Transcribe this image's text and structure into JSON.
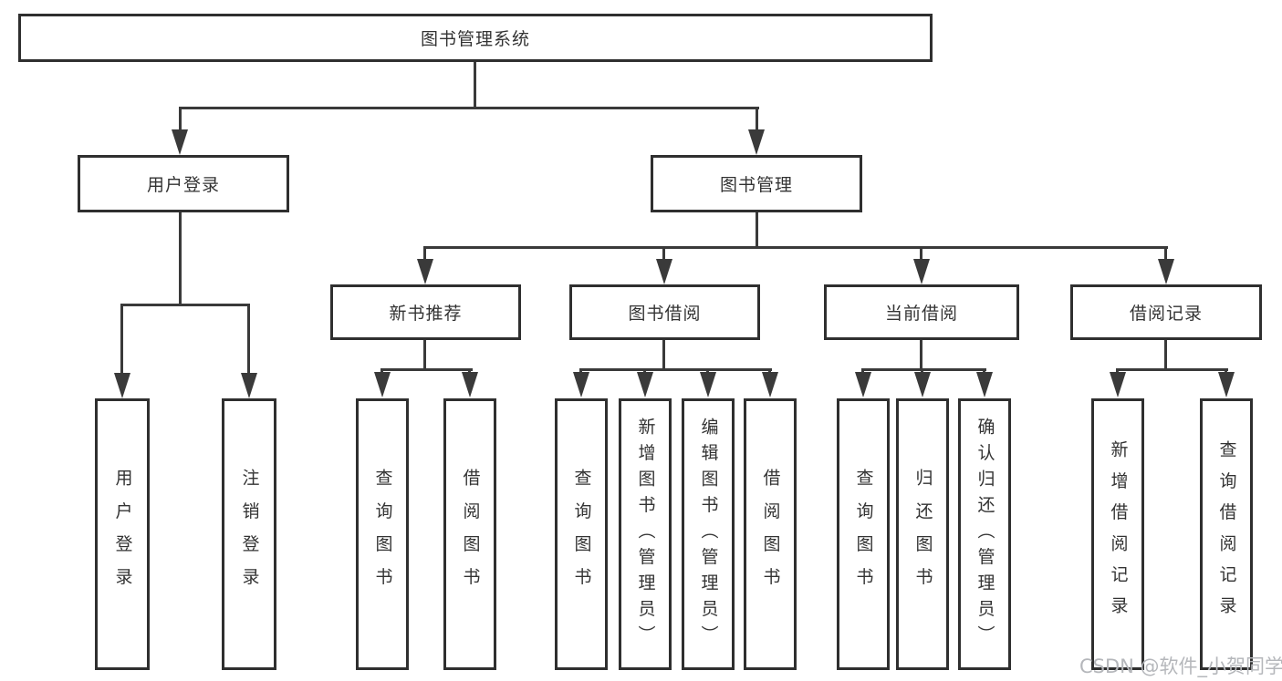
{
  "diagram": {
    "root": "图书管理系统",
    "level2": {
      "user_login": "用户登录",
      "book_management": "图书管理"
    },
    "level3": {
      "new_book_rec": "新书推荐",
      "book_borrowing": "图书借阅",
      "current_borrowing": "当前借阅",
      "borrowing_records": "借阅记录"
    },
    "leaves": {
      "user_login": [
        "用户登录",
        "注销登录"
      ],
      "new_book_rec": [
        "查询图书",
        "借阅图书"
      ],
      "book_borrowing": [
        "查询图书",
        "新增图书（管理员）",
        "编辑图书（管理员）",
        "借阅图书"
      ],
      "current_borrowing": [
        "查询图书",
        "归还图书",
        "确认归还（管理员）"
      ],
      "borrowing_records": [
        "新增借阅记录",
        "查询借阅记录"
      ]
    }
  },
  "watermark": {
    "text": "CSDN @软件_小贺同学"
  },
  "colors": {
    "line": "#3a3a3a",
    "border": "#2f2f2f",
    "text": "#333333",
    "watermark_text": "#b5b7bb",
    "background": "#ffffff"
  }
}
